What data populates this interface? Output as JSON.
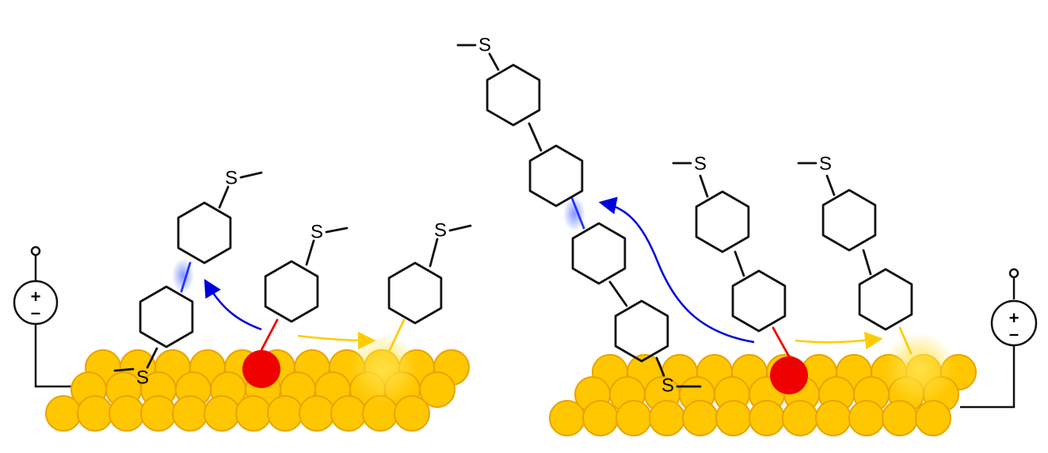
{
  "diagram": {
    "atom_label": "S",
    "source_plus": "+",
    "source_minus": "–",
    "colors": {
      "gold_fill": "#FFC700",
      "gold_stroke": "#E8A400",
      "red_atom": "#EE0000",
      "blue_arrow": "#0000DD",
      "yellow_arrow": "#FFCC00",
      "bond": "#111111"
    },
    "left_panel": {
      "chains": [
        {
          "rings": 2,
          "anchor": "surface-S",
          "highlight": "blue"
        },
        {
          "rings": 1,
          "anchor": "red-atom",
          "highlight": "red"
        },
        {
          "rings": 1,
          "anchor": "gold-atom",
          "highlight": "yellow"
        }
      ]
    },
    "right_panel": {
      "chains": [
        {
          "rings": 4,
          "anchor": "surface-S",
          "highlight": "blue"
        },
        {
          "rings": 2,
          "anchor": "red-atom",
          "highlight": "red"
        },
        {
          "rings": 2,
          "anchor": "gold-atom",
          "highlight": "yellow"
        }
      ]
    }
  }
}
